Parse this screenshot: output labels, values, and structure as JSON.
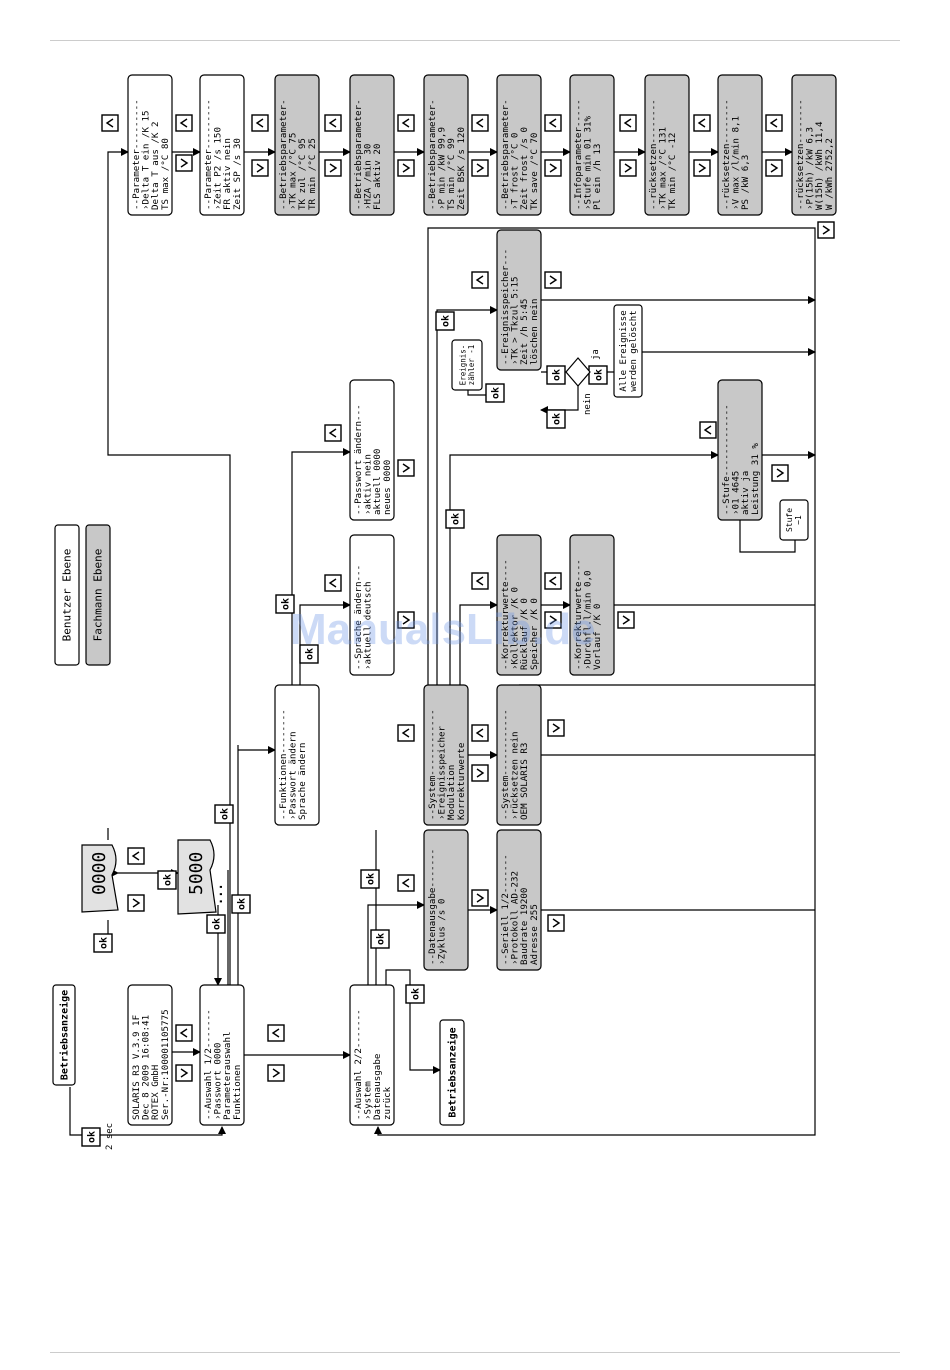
{
  "legend": {
    "user": "Benutzer Ebene",
    "expert": "Fachmann Ebene"
  },
  "labels": {
    "betriebsanzeige_top": "Betriebsanzeige",
    "betriebsanzeige_bottom": "Betriebsanzeige",
    "two_sec": "2 sec",
    "ok": "ok",
    "ja": "ja",
    "nein": "nein",
    "ereignis_counter": "Ereignis-\nzähler -1",
    "alle_geloescht": "Alle Ereignisse\nwerden gelöscht",
    "stufe_minus": "Stufe\n−1",
    "dots": "...",
    "pw_digits_1": "0000",
    "pw_digits_2": "5000"
  },
  "screens": {
    "version": [
      "SOLARIS R3   V.3.9 1F",
      "Dec 8 2009 16:08:41",
      "ROTEX GmbH",
      "Ser.-Nr:100001105775"
    ],
    "auswahl1": [
      "--Auswahl 1/2-------",
      "›Passwort      0000",
      "Parameterauswahl",
      "Funktionen"
    ],
    "auswahl2": [
      "--Auswahl 2/2-------",
      "›System",
      "Datenausgabe",
      "zurück"
    ],
    "funktionen": [
      "--Funktionen--------",
      "›Passwort ändern",
      "Sprache ändern"
    ],
    "sprache": [
      "--Sprache ändern---",
      "›aktuell    deutsch"
    ],
    "passwort": [
      "--Passwort ändern---",
      "›aktiv          nein",
      "aktuell        0000",
      "neues          0000"
    ],
    "datenausgabe": [
      "--Datenausgabe-------",
      "›Zyklus /s          0"
    ],
    "seriell": [
      "--Seriell 1/2-------",
      "›Protokoll    AD-232",
      "Baudrate      19200",
      "Adresse         255"
    ],
    "system1": [
      "--System------------",
      "›Ereignisspeicher",
      "Modulation",
      "Korrekturwerte"
    ],
    "system2": [
      "--System------------",
      "›rücksetzen     nein",
      "OEM       SOLARIS R3"
    ],
    "korrektur1": [
      "--Korrekturwerte----",
      "›Kollektor /K     0",
      "Rücklauf  /K     0",
      "Speicher  /K     0"
    ],
    "korrektur2": [
      "--Korrekturwerte----",
      "›Durchfl.l/min  0,0",
      "Vorlauf  /K      0"
    ],
    "ereignis": [
      "--Ereignisspeicher---",
      "›TK > Tkzul      5:15",
      "Zeit /h          5:45",
      "löschen         nein"
    ],
    "stufe": [
      "--Stufe-------------",
      "›01           4645",
      "aktiv            ja",
      "Leistung       31 %"
    ],
    "param1": [
      "--Parameter---------",
      "›Delta T ein /K   15",
      "Delta T aus /K    2",
      "TS max     /°C   80"
    ],
    "param2": [
      "--Parameter---------",
      "›Zeit P2  /s     150",
      "FR aktiv       nein",
      "Zeit SP  /s      30"
    ],
    "betrieb1": [
      "--Betriebsparameter-",
      "›TK max  /°C     75",
      "TK zul  /°C     95",
      "TR min  /°C     25"
    ],
    "betrieb2": [
      "--Betriebsparameter-",
      "›HZA /min        30",
      "FLS aktiv       20"
    ],
    "betrieb3": [
      "--Betriebsparameter-",
      "›P min /kW     99,9",
      "TS min /°C     99",
      "Zeit BSK /s   120"
    ],
    "betrieb4": [
      "--Betriebsparameter-",
      "›T frost /°C     0",
      "Zeit frost /s    0",
      "TK save /°C     70"
    ],
    "info": [
      "--Infoparameter-----",
      "›Stufe min   01  31%",
      "Pl ein /h        13"
    ],
    "ruecksetzen1": [
      "--rücksetzen--------",
      "›TK max  /°C    131",
      "TK min  /°C    -12"
    ],
    "ruecksetzen2": [
      "--rücksetzen--------",
      "›V max /l/min    8,1",
      "PS    /kW       6,3"
    ],
    "ruecksetzen3": [
      "--rücksetzen--------",
      "›P(15h) /kW      6,3",
      "W(15h) /kWh    11,4",
      "W      /kWh  2752,2"
    ]
  },
  "watermark": "ManualsLib.de"
}
